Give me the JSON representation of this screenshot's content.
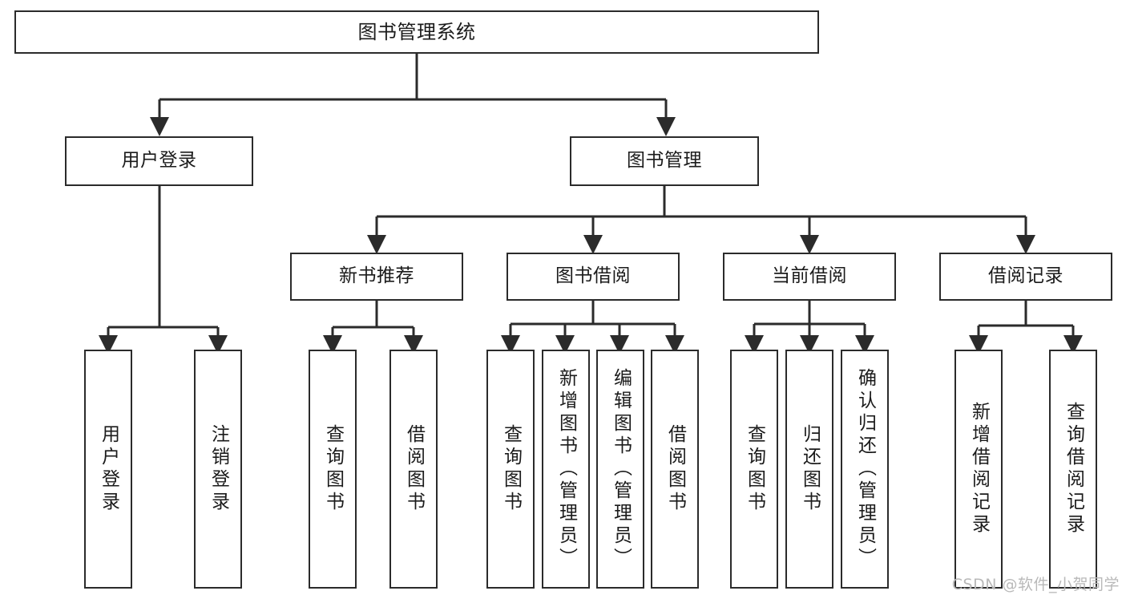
{
  "diagram": {
    "title": "图书管理系统",
    "watermark": "CSDN @软件_小贺同学",
    "colors": {
      "stroke": "#2b2b2b",
      "fill": "#ffffff",
      "text": "#1b1b1b",
      "watermark": "#b9b9b9"
    },
    "nodes": {
      "root": {
        "label": "图书管理系统"
      },
      "level2": [
        {
          "id": "user-login",
          "label": "用户登录"
        },
        {
          "id": "book-manage",
          "label": "图书管理"
        }
      ],
      "level3": [
        {
          "id": "new-book-recommend",
          "label": "新书推荐"
        },
        {
          "id": "book-borrow",
          "label": "图书借阅"
        },
        {
          "id": "current-borrow",
          "label": "当前借阅"
        },
        {
          "id": "borrow-record",
          "label": "借阅记录"
        }
      ],
      "leaves": [
        {
          "id": "leaf-user-login",
          "label": "用户登录",
          "parent": "user-login"
        },
        {
          "id": "leaf-user-logout",
          "label": "注销登录",
          "parent": "user-login"
        },
        {
          "id": "leaf-query-book-1",
          "label": "查询图书",
          "parent": "new-book-recommend"
        },
        {
          "id": "leaf-borrow-book-1",
          "label": "借阅图书",
          "parent": "new-book-recommend"
        },
        {
          "id": "leaf-query-book-2",
          "label": "查询图书",
          "parent": "book-borrow"
        },
        {
          "id": "leaf-add-book",
          "label": "新增图书（管理员）",
          "parent": "book-borrow"
        },
        {
          "id": "leaf-edit-book",
          "label": "编辑图书（管理员）",
          "parent": "book-borrow"
        },
        {
          "id": "leaf-borrow-book-2",
          "label": "借阅图书",
          "parent": "book-borrow"
        },
        {
          "id": "leaf-query-book-3",
          "label": "查询图书",
          "parent": "current-borrow"
        },
        {
          "id": "leaf-return-book",
          "label": "归还图书",
          "parent": "current-borrow"
        },
        {
          "id": "leaf-confirm-return",
          "label": "确认归还（管理员）",
          "parent": "current-borrow"
        },
        {
          "id": "leaf-add-record",
          "label": "新增借阅记录",
          "parent": "borrow-record"
        },
        {
          "id": "leaf-query-record",
          "label": "查询借阅记录",
          "parent": "borrow-record"
        }
      ]
    }
  }
}
